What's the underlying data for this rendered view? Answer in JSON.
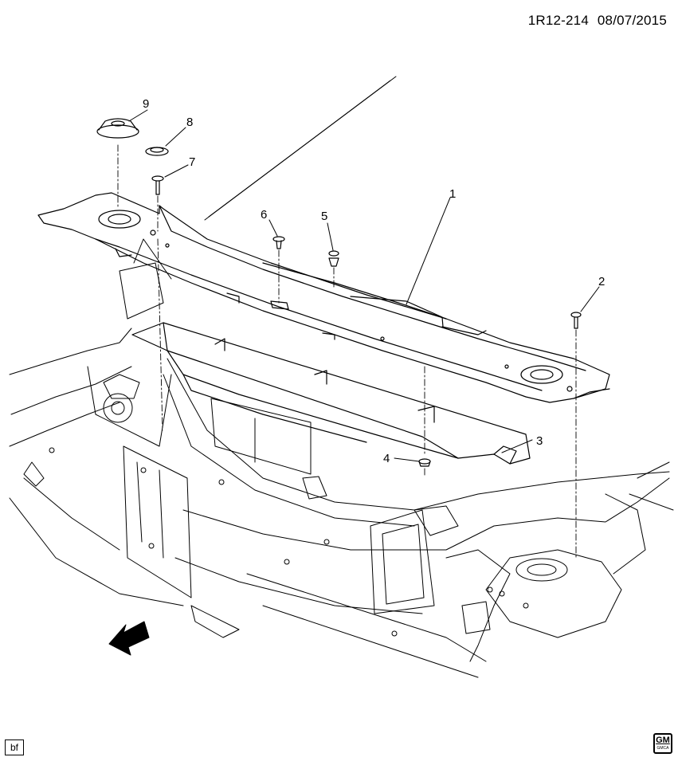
{
  "header": {
    "diagram_id": "1R12-214",
    "date": "08/07/2015"
  },
  "callouts": [
    {
      "number": "1"
    },
    {
      "number": "2"
    },
    {
      "number": "3"
    },
    {
      "number": "4"
    },
    {
      "number": "5"
    },
    {
      "number": "6"
    },
    {
      "number": "7"
    },
    {
      "number": "8"
    },
    {
      "number": "9"
    }
  ],
  "direction_label": "FRT",
  "footer": {
    "box_label": "bf",
    "logo_text": "GM",
    "logo_subtext": "GMCA"
  }
}
